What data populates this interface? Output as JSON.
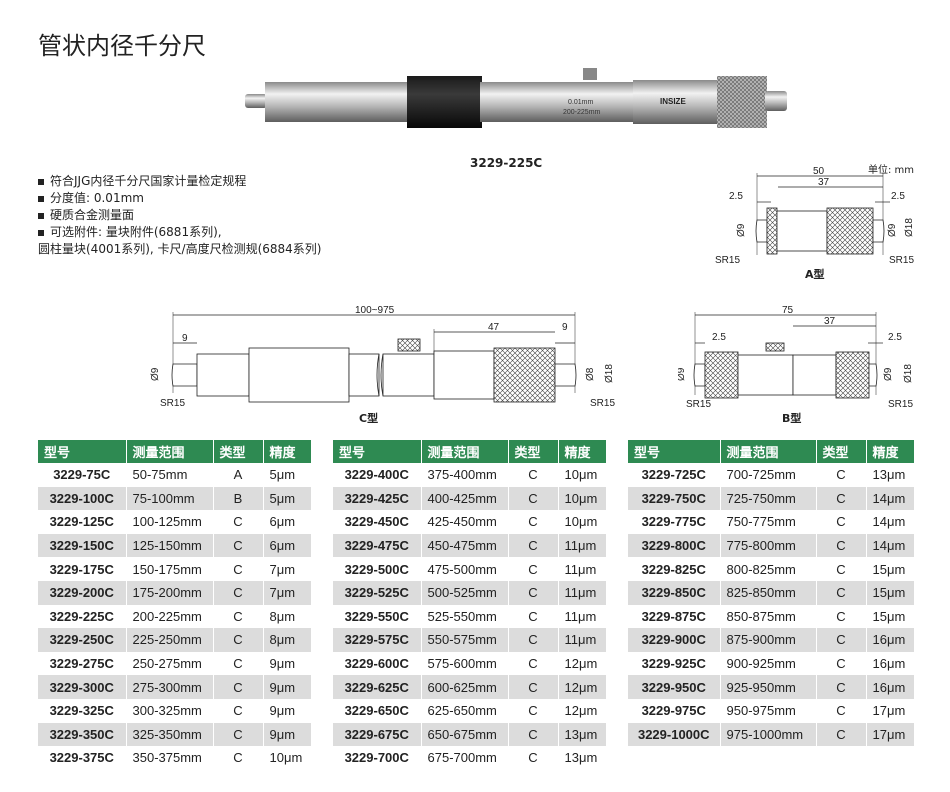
{
  "title": "管状内径千分尺",
  "product_photo": {
    "model": "3229-225C",
    "engraving_res": "0.01mm",
    "engraving_range": "200-225mm",
    "brand": "INSIZE"
  },
  "features": [
    "符合JJG内径千分尺国家计量检定规程",
    "分度值: 0.01mm",
    "硬质合金测量面",
    "可选附件: 量块附件(6881系列),",
    "圆柱量块(4001系列), 卡尺/高度尺检测规(6884系列)"
  ],
  "unit_note": "单位: mm",
  "drawings": {
    "a": {
      "label": "A型",
      "d_total": "50",
      "d_body": "37",
      "d_left": "2.5",
      "d_right": "2.5",
      "dia_left": "Ø9",
      "dia_right1": "Ø9",
      "dia_right2": "Ø18",
      "sr_left": "SR15",
      "sr_right": "SR15"
    },
    "c": {
      "label": "C型",
      "d_total": "100~975",
      "d_left": "9",
      "d_mid": "47",
      "d_right": "9",
      "dia_left": "Ø9",
      "dia_right1": "Ø8",
      "dia_right2": "Ø18",
      "sr_left": "SR15",
      "sr_right": "SR15"
    },
    "b": {
      "label": "B型",
      "d_total": "75",
      "d_body": "37",
      "d_left": "2.5",
      "d_right": "2.5",
      "dia_left": "Ø9",
      "dia_right1": "Ø9",
      "dia_right2": "Ø18",
      "sr_left": "SR15",
      "sr_right": "SR15"
    }
  },
  "table_headers": [
    "型号",
    "测量范围",
    "类型",
    "精度"
  ],
  "tables": [
    [
      [
        "3229-75C",
        "50-75mm",
        "A",
        "5μm"
      ],
      [
        "3229-100C",
        "75-100mm",
        "B",
        "5μm"
      ],
      [
        "3229-125C",
        "100-125mm",
        "C",
        "6μm"
      ],
      [
        "3229-150C",
        "125-150mm",
        "C",
        "6μm"
      ],
      [
        "3229-175C",
        "150-175mm",
        "C",
        "7μm"
      ],
      [
        "3229-200C",
        "175-200mm",
        "C",
        "7μm"
      ],
      [
        "3229-225C",
        "200-225mm",
        "C",
        "8μm"
      ],
      [
        "3229-250C",
        "225-250mm",
        "C",
        "8μm"
      ],
      [
        "3229-275C",
        "250-275mm",
        "C",
        "9μm"
      ],
      [
        "3229-300C",
        "275-300mm",
        "C",
        "9μm"
      ],
      [
        "3229-325C",
        "300-325mm",
        "C",
        "9μm"
      ],
      [
        "3229-350C",
        "325-350mm",
        "C",
        "9μm"
      ],
      [
        "3229-375C",
        "350-375mm",
        "C",
        "10μm"
      ]
    ],
    [
      [
        "3229-400C",
        "375-400mm",
        "C",
        "10μm"
      ],
      [
        "3229-425C",
        "400-425mm",
        "C",
        "10μm"
      ],
      [
        "3229-450C",
        "425-450mm",
        "C",
        "10μm"
      ],
      [
        "3229-475C",
        "450-475mm",
        "C",
        "11μm"
      ],
      [
        "3229-500C",
        "475-500mm",
        "C",
        "11μm"
      ],
      [
        "3229-525C",
        "500-525mm",
        "C",
        "11μm"
      ],
      [
        "3229-550C",
        "525-550mm",
        "C",
        "11μm"
      ],
      [
        "3229-575C",
        "550-575mm",
        "C",
        "11μm"
      ],
      [
        "3229-600C",
        "575-600mm",
        "C",
        "12μm"
      ],
      [
        "3229-625C",
        "600-625mm",
        "C",
        "12μm"
      ],
      [
        "3229-650C",
        "625-650mm",
        "C",
        "12μm"
      ],
      [
        "3229-675C",
        "650-675mm",
        "C",
        "13μm"
      ],
      [
        "3229-700C",
        "675-700mm",
        "C",
        "13μm"
      ]
    ],
    [
      [
        "3229-725C",
        "700-725mm",
        "C",
        "13μm"
      ],
      [
        "3229-750C",
        "725-750mm",
        "C",
        "14μm"
      ],
      [
        "3229-775C",
        "750-775mm",
        "C",
        "14μm"
      ],
      [
        "3229-800C",
        "775-800mm",
        "C",
        "14μm"
      ],
      [
        "3229-825C",
        "800-825mm",
        "C",
        "15μm"
      ],
      [
        "3229-850C",
        "825-850mm",
        "C",
        "15μm"
      ],
      [
        "3229-875C",
        "850-875mm",
        "C",
        "15μm"
      ],
      [
        "3229-900C",
        "875-900mm",
        "C",
        "16μm"
      ],
      [
        "3229-925C",
        "900-925mm",
        "C",
        "16μm"
      ],
      [
        "3229-950C",
        "925-950mm",
        "C",
        "16μm"
      ],
      [
        "3229-975C",
        "950-975mm",
        "C",
        "17μm"
      ],
      [
        "3229-1000C",
        "975-1000mm",
        "C",
        "17μm"
      ]
    ]
  ],
  "colors": {
    "header_green": "#2e8a52",
    "stripe_gray": "#dcdcdc"
  }
}
